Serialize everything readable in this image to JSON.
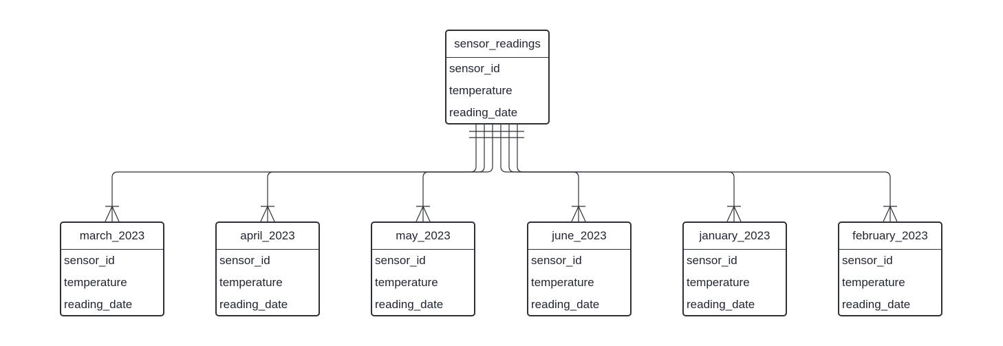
{
  "diagram": {
    "parent": {
      "name": "sensor_readings",
      "fields": [
        "sensor_id",
        "temperature",
        "reading_date"
      ]
    },
    "children": [
      {
        "name": "march_2023",
        "fields": [
          "sensor_id",
          "temperature",
          "reading_date"
        ]
      },
      {
        "name": "april_2023",
        "fields": [
          "sensor_id",
          "temperature",
          "reading_date"
        ]
      },
      {
        "name": "may_2023",
        "fields": [
          "sensor_id",
          "temperature",
          "reading_date"
        ]
      },
      {
        "name": "june_2023",
        "fields": [
          "sensor_id",
          "temperature",
          "reading_date"
        ]
      },
      {
        "name": "january_2023",
        "fields": [
          "sensor_id",
          "temperature",
          "reading_date"
        ]
      },
      {
        "name": "february_2023",
        "fields": [
          "sensor_id",
          "temperature",
          "reading_date"
        ]
      }
    ],
    "relationship": {
      "parent_end": "one-and-only-one",
      "child_end": "one-or-many"
    }
  }
}
